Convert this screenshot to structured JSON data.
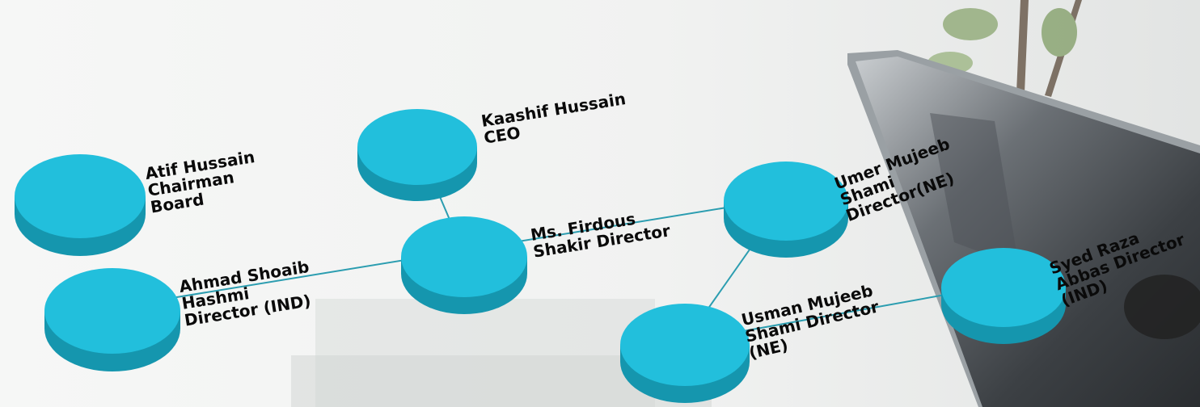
{
  "colors": {
    "disc_top": "#22bfdc",
    "disc_side": "#1596ae",
    "disc_shadow": "#0e7d92",
    "connector": "#2b9db0",
    "label_text": "#0a0a0a"
  },
  "diagram": {
    "nodes": [
      {
        "id": "atif",
        "label": "Atif Hussain\nChairman\nBoard"
      },
      {
        "id": "kaashif",
        "label": "Kaashif Hussain\nCEO"
      },
      {
        "id": "ahmad",
        "label": "Ahmad Shoaib\nHashmi\nDirector (IND)"
      },
      {
        "id": "firdous",
        "label": "Ms. Firdous\nShakir Director"
      },
      {
        "id": "umer",
        "label": "Umer Mujeeb\nShami\nDirector(NE)"
      },
      {
        "id": "usman",
        "label": "Usman Mujeeb\nShami Director\n(NE)"
      },
      {
        "id": "syed",
        "label": "Syed Raza\nAbbas Director\n(IND)"
      }
    ]
  }
}
